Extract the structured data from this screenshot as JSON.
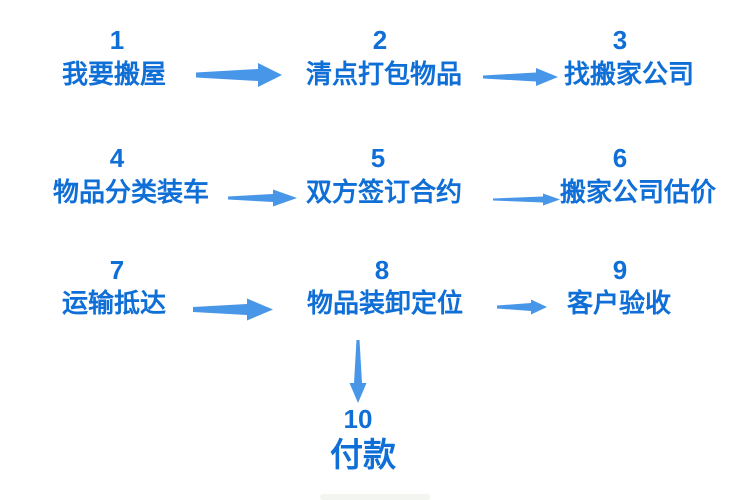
{
  "diagram_type": "flowchart",
  "colors": {
    "background": "#ffffff",
    "text_blue": "#0f6fd6",
    "arrow_blue": "#4796e8"
  },
  "steps": [
    {
      "number": "1",
      "label": "我要搬屋"
    },
    {
      "number": "2",
      "label": "清点打包物品"
    },
    {
      "number": "3",
      "label": "找搬家公司"
    },
    {
      "number": "4",
      "label": "物品分类装车"
    },
    {
      "number": "5",
      "label": "双方签订合约"
    },
    {
      "number": "6",
      "label": "搬家公司估价"
    },
    {
      "number": "7",
      "label": "运输抵达"
    },
    {
      "number": "8",
      "label": "物品装卸定位"
    },
    {
      "number": "9",
      "label": "客户验收"
    },
    {
      "number": "10",
      "label": "付款"
    }
  ],
  "connectors": [
    {
      "from": "1",
      "to": "2",
      "direction": "right"
    },
    {
      "from": "2",
      "to": "3",
      "direction": "right"
    },
    {
      "from": "4",
      "to": "5",
      "direction": "right"
    },
    {
      "from": "5",
      "to": "6",
      "direction": "right"
    },
    {
      "from": "7",
      "to": "8",
      "direction": "right"
    },
    {
      "from": "8",
      "to": "9",
      "direction": "right"
    },
    {
      "from": "8",
      "to": "10",
      "direction": "down"
    }
  ]
}
